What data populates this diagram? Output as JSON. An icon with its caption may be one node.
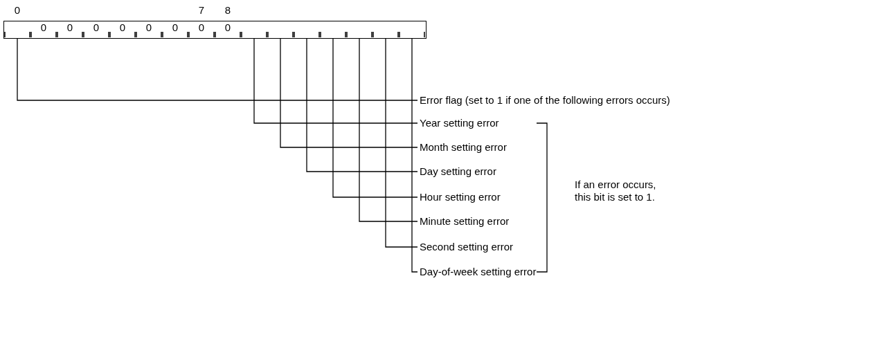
{
  "diagram": {
    "nodes": [
      {
        "text": [],
        "shape": "box"
      },
      {
        "text": [],
        "shape": "box",
        "in": 0,
        "beside": [
          "0"
        ]
      },
      {
        "text": [
          "0"
        ],
        "in": 0
      },
      {
        "text": [
          "0"
        ],
        "in": 0
      },
      {
        "text": [
          "0"
        ],
        "in": 0
      },
      {
        "text": [
          "0"
        ],
        "in": 0
      },
      {
        "text": [
          "0"
        ],
        "in": 0
      },
      {
        "text": [
          "0"
        ],
        "in": 0
      },
      {
        "text": [
          "0"
        ],
        "in": 0,
        "beside": [
          "7"
        ]
      },
      {
        "text": [
          "0"
        ],
        "in": 0,
        "beside": [
          "8"
        ]
      },
      {
        "text": [],
        "shape": "box",
        "in": 0
      },
      {
        "text": [],
        "shape": "box",
        "in": 0
      },
      {
        "text": [],
        "shape": "box",
        "in": 0
      },
      {
        "text": [],
        "shape": "box",
        "in": 0
      },
      {
        "text": [],
        "shape": "box",
        "in": 0
      },
      {
        "text": [],
        "shape": "box",
        "in": 0
      },
      {
        "text": [],
        "shape": "box",
        "in": 0
      },
      {
        "text": [
          "Error flag (set to 1 if one of the following errors occurs)"
        ]
      },
      {
        "text": [
          "Year setting error"
        ]
      },
      {
        "text": [
          "Month setting error"
        ]
      },
      {
        "text": [
          "Day setting error"
        ]
      },
      {
        "text": [
          "Hour setting error"
        ]
      },
      {
        "text": [
          "Minute setting error"
        ]
      },
      {
        "text": [
          "Second setting error"
        ]
      },
      {
        "text": [
          "Day-of-week setting error"
        ]
      }
    ],
    "edges": [
      {
        "from": 1,
        "to": 17,
        "arrow": "none"
      },
      {
        "from": 10,
        "to": 18,
        "arrow": "none"
      },
      {
        "from": 11,
        "to": 19,
        "arrow": "none"
      },
      {
        "from": 12,
        "to": 20,
        "arrow": "none"
      },
      {
        "from": 13,
        "to": 21,
        "arrow": "none"
      },
      {
        "from": 14,
        "to": 22,
        "arrow": "none"
      },
      {
        "from": 15,
        "to": 23,
        "arrow": "none"
      },
      {
        "from": 16,
        "to": 24,
        "arrow": "none"
      }
    ],
    "labels": [
      "If an error occurs, this bit is set to 1."
    ]
  }
}
